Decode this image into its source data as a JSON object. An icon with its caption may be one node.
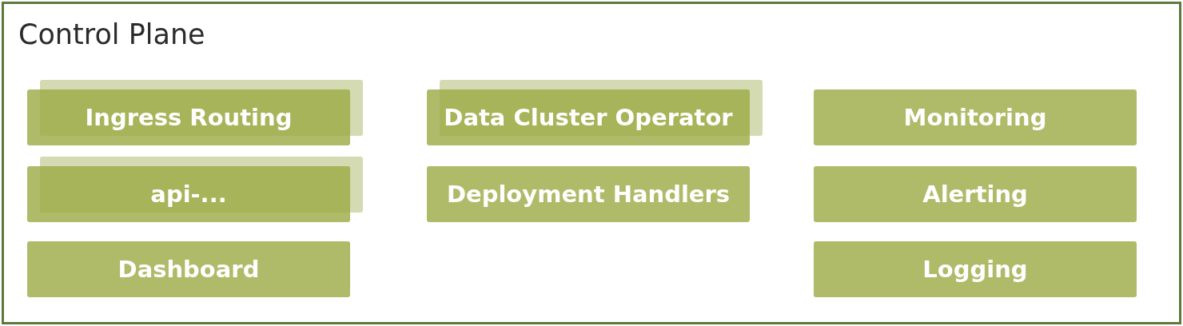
{
  "diagram": {
    "nodes": [
      {
        "text": [
          "Control Plane"
        ]
      },
      {
        "text": [],
        "shape": "box",
        "in": 0
      },
      {
        "text": [
          "Ingress Routing"
        ],
        "in": 0
      },
      {
        "text": [],
        "shape": "box",
        "in": 0
      },
      {
        "text": [
          "api-..."
        ],
        "in": 0
      },
      {
        "text": [
          "Dashboard"
        ],
        "in": 0
      },
      {
        "text": [],
        "shape": "box",
        "in": 0
      },
      {
        "text": [
          "Data Cluster Operator"
        ],
        "in": 0
      },
      {
        "text": [
          "Deployment Handlers"
        ],
        "in": 0
      },
      {
        "text": [
          "Monitoring"
        ],
        "in": 0
      },
      {
        "text": [
          "Alerting"
        ],
        "in": 0
      },
      {
        "text": [
          "Logging"
        ],
        "in": 0
      }
    ],
    "edges": []
  }
}
